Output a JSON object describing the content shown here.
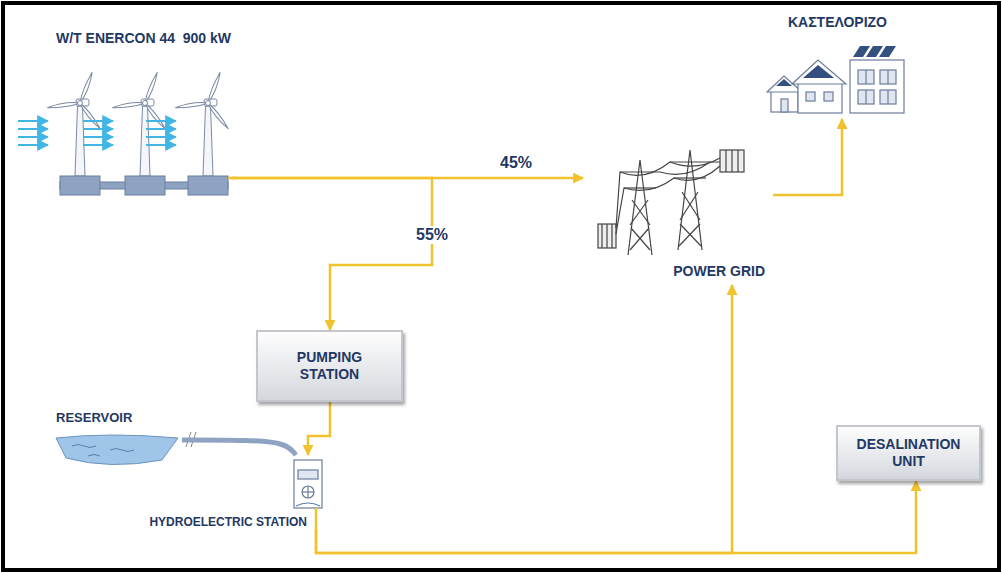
{
  "diagram": {
    "nodes": [
      {
        "text": [
          "W/T ENERCON 44  900 kW"
        ]
      },
      {
        "text": [
          "ΚΑΣΤΕΛΟΡΙΖΟ"
        ]
      },
      {
        "text": [
          "POWER GRID"
        ]
      },
      {
        "text": [
          "PUMPING STATION"
        ]
      },
      {
        "text": [
          "RESERVOIR"
        ]
      },
      {
        "text": [
          "HYDROELECTRIC STATION"
        ]
      },
      {
        "text": [
          "DESALINATION UNIT"
        ]
      }
    ],
    "edges": [
      {
        "from": 0,
        "to": 2,
        "label": "45%",
        "arrow": "to"
      },
      {
        "from": 0,
        "to": 3,
        "label": "55%",
        "arrow": "to"
      },
      {
        "from": 3,
        "to": 5,
        "arrow": "to"
      },
      {
        "from": 5,
        "to": 2,
        "arrow": "to"
      },
      {
        "from": 5,
        "to": 6,
        "arrow": "to"
      },
      {
        "from": 2,
        "to": 1,
        "arrow": "to"
      },
      {
        "from": 4,
        "to": 5,
        "arrow": "none"
      }
    ]
  }
}
